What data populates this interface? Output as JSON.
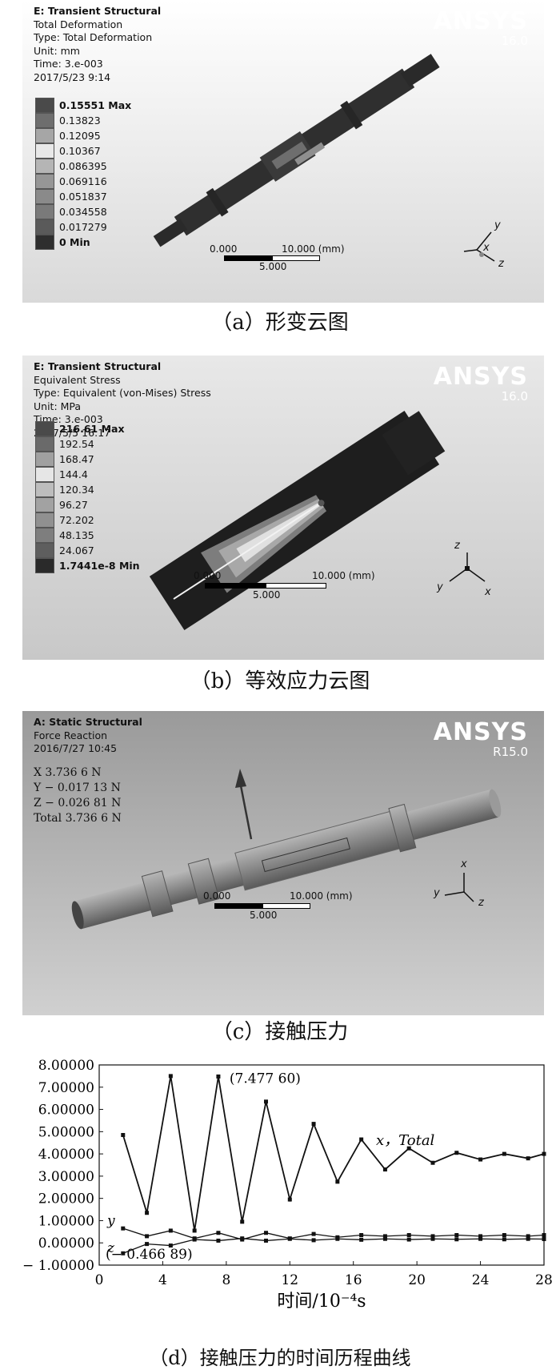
{
  "panel_a": {
    "header": [
      "E: Transient Structural",
      "Total Deformation",
      "Type: Total Deformation",
      "Unit: mm",
      "Time: 3.e-003",
      "2017/5/23 9:14"
    ],
    "brand": "ANSYS",
    "version": "16.0",
    "legend": [
      {
        "label": "0.15551 Max",
        "color": "#4a4a4a",
        "bold": true
      },
      {
        "label": "0.13823",
        "color": "#6e6e6e"
      },
      {
        "label": "0.12095",
        "color": "#a6a6a6"
      },
      {
        "label": "0.10367",
        "color": "#e8e8e8"
      },
      {
        "label": "0.086395",
        "color": "#b5b5b5"
      },
      {
        "label": "0.069116",
        "color": "#969696"
      },
      {
        "label": "0.051837",
        "color": "#8a8a8a"
      },
      {
        "label": "0.034558",
        "color": "#7a7a7a"
      },
      {
        "label": "0.017279",
        "color": "#5a5a5a"
      },
      {
        "label": "0 Min",
        "color": "#2e2e2e",
        "bold": true
      }
    ],
    "scale": {
      "left": "0.000",
      "right": "10.000 (mm)",
      "mid": "5.000"
    },
    "triad": {
      "a": "y",
      "b": "x",
      "c": "z"
    },
    "caption": "（a）形变云图"
  },
  "panel_b": {
    "header": [
      "E: Transient Structural",
      "Equivalent Stress",
      "Type: Equivalent (von-Mises) Stress",
      "Unit: MPa",
      "Time: 3.e-003",
      "2017/5/5 16:17"
    ],
    "brand": "ANSYS",
    "version": "16.0",
    "legend": [
      {
        "label": "216.61 Max",
        "color": "#4a4a4a",
        "bold": true
      },
      {
        "label": "192.54",
        "color": "#6a6a6a"
      },
      {
        "label": "168.47",
        "color": "#a0a0a0"
      },
      {
        "label": "144.4",
        "color": "#e6e6e6"
      },
      {
        "label": "120.34",
        "color": "#bdbdbd"
      },
      {
        "label": "96.27",
        "color": "#a2a2a2"
      },
      {
        "label": "72.202",
        "color": "#909090"
      },
      {
        "label": "48.135",
        "color": "#7e7e7e"
      },
      {
        "label": "24.067",
        "color": "#5e5e5e"
      },
      {
        "label": "1.7441e-8 Min",
        "color": "#2a2a2a",
        "bold": true
      }
    ],
    "scale": {
      "left": "0.000",
      "right": "10.000 (mm)",
      "mid": "5.000"
    },
    "triad": {
      "a": "z",
      "b": "y",
      "c": "x"
    },
    "caption": "（b）等效应力云图"
  },
  "panel_c": {
    "header": [
      "A: Static Structural",
      "Force Reaction",
      "2016/7/27 10:45"
    ],
    "readout": [
      "X 3.736 6  N",
      "Y − 0.017 13 N",
      "Z − 0.026 81 N",
      "Total 3.736 6 N"
    ],
    "brand": "ANSYS",
    "version": "R15.0",
    "scale": {
      "left": "0.000",
      "right": "10.000 (mm)",
      "mid": "5.000"
    },
    "triad": {
      "a": "x",
      "b": "y",
      "c": "z"
    },
    "caption": "（c）接触压力"
  },
  "chart_data": {
    "type": "line",
    "xlabel": "时间/10⁻⁴s",
    "xlim": [
      0,
      28
    ],
    "ylim": [
      -1,
      8
    ],
    "xticks": [
      "0",
      "4",
      "8",
      "12",
      "16",
      "20",
      "24",
      "28"
    ],
    "yticks": [
      "− 1.00000",
      "0.00000",
      "1.00000",
      "2.00000",
      "3.00000",
      "4.00000",
      "5.00000",
      "6.00000",
      "7.00000",
      "8.00000"
    ],
    "series": [
      {
        "name": "x，Total",
        "x": [
          1.5,
          3,
          4.5,
          6,
          7.5,
          9,
          10.5,
          12,
          13.5,
          15,
          16.5,
          18,
          19.5,
          21,
          22.5,
          24,
          25.5,
          27,
          28
        ],
        "y": [
          4.85,
          1.35,
          7.5,
          0.55,
          7.48,
          0.95,
          6.35,
          1.95,
          5.35,
          2.75,
          4.65,
          3.3,
          4.25,
          3.6,
          4.05,
          3.75,
          4.0,
          3.8,
          4.0
        ]
      },
      {
        "name": "y",
        "x": [
          1.5,
          3,
          4.5,
          6,
          7.5,
          9,
          10.5,
          12,
          13.5,
          15,
          16.5,
          18,
          19.5,
          21,
          22.5,
          24,
          25.5,
          27,
          28
        ],
        "y": [
          0.65,
          0.3,
          0.55,
          0.2,
          0.45,
          0.15,
          0.45,
          0.2,
          0.4,
          0.25,
          0.35,
          0.3,
          0.35,
          0.3,
          0.35,
          0.3,
          0.35,
          0.3,
          0.35
        ]
      },
      {
        "name": "z",
        "x": [
          1.5,
          3,
          4.5,
          6,
          7.5,
          9,
          10.5,
          12,
          13.5,
          15,
          16.5,
          18,
          19.5,
          21,
          22.5,
          24,
          25.5,
          27,
          28
        ],
        "y": [
          -0.47,
          -0.05,
          -0.12,
          0.15,
          0.1,
          0.2,
          0.1,
          0.18,
          0.12,
          0.18,
          0.14,
          0.18,
          0.15,
          0.18,
          0.16,
          0.18,
          0.16,
          0.18,
          0.17
        ]
      }
    ],
    "annotations": [
      "(7.477 60)",
      "(− 0.466 89)"
    ],
    "caption": "（d）接触压力的时间历程曲线"
  }
}
